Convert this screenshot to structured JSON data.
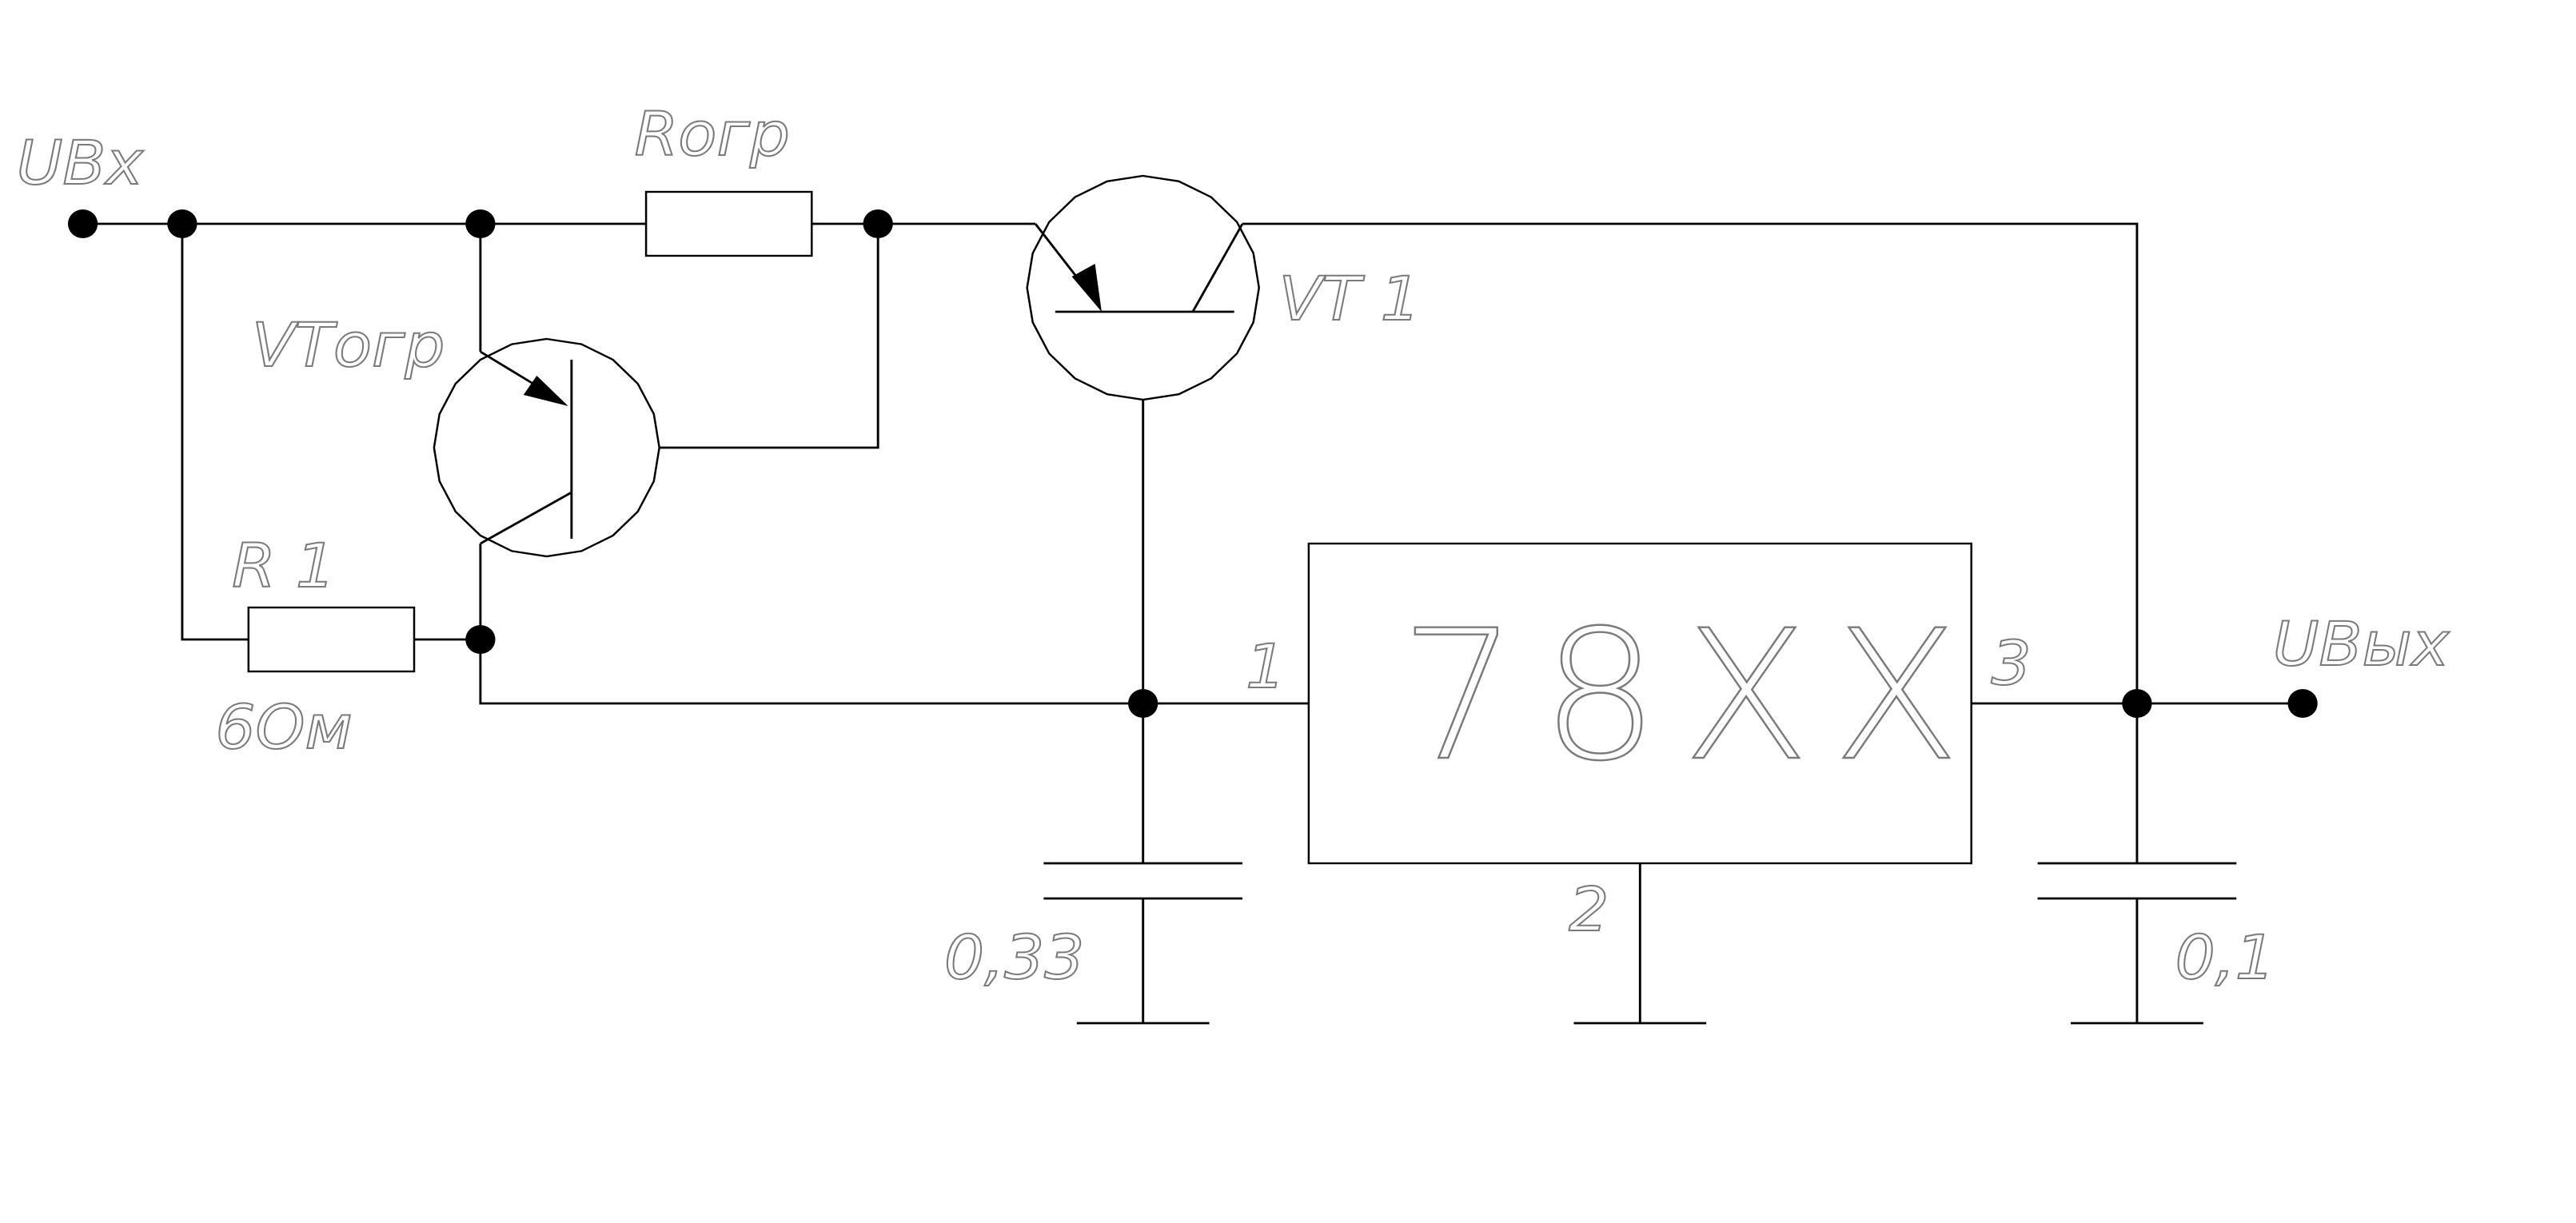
{
  "diagram": {
    "input_label": "UВх",
    "output_label": "UВых",
    "resistor_limit_label": "Rогр",
    "transistor_limit_label": "VTогр",
    "transistor_main_label": "VT 1",
    "resistor_r1_label": "R 1",
    "resistor_r1_value": "6Oм",
    "regulator_label": "78XX",
    "pin1_label": "1",
    "pin2_label": "2",
    "pin3_label": "3",
    "cap_in_value": "0,33",
    "cap_out_value": "0,1",
    "line_color": "#000000",
    "text_color": "#7a7a7a"
  }
}
